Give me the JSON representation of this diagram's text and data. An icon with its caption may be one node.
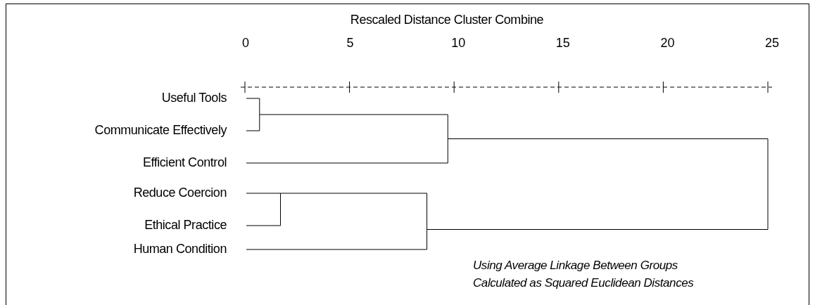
{
  "diagram": {
    "title": "Rescaled Distance Cluster Combine",
    "labels": [
      "0",
      "5",
      "10",
      "15",
      "20",
      "25",
      "Useful Tools",
      "Communicate Effectively",
      "Efficient Control",
      "Reduce Coercion",
      "Ethical Practice",
      "Human Condition",
      "Using Average Linkage Between Groups",
      "Calculated as Squared Euclidean Distances"
    ]
  }
}
